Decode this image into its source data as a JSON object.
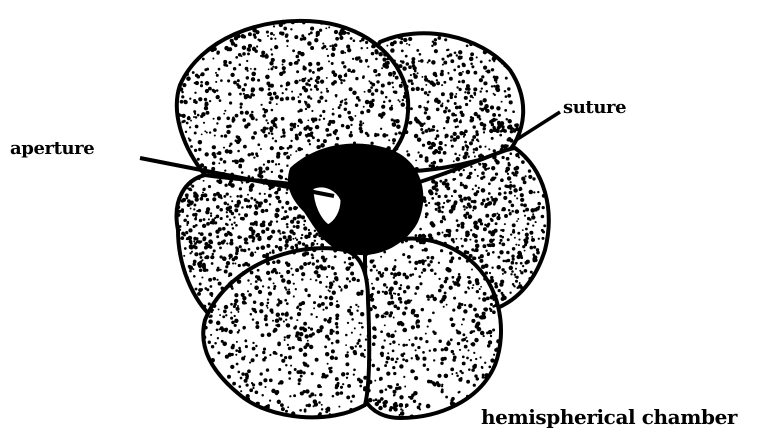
{
  "diagram": {
    "labels": {
      "aperture": "aperture",
      "suture": "suture",
      "chamber": "hemispherical chamber"
    }
  },
  "colors": {
    "background": "#ffffff",
    "ink": "#000000",
    "chamber_fill": "#ffffff"
  }
}
